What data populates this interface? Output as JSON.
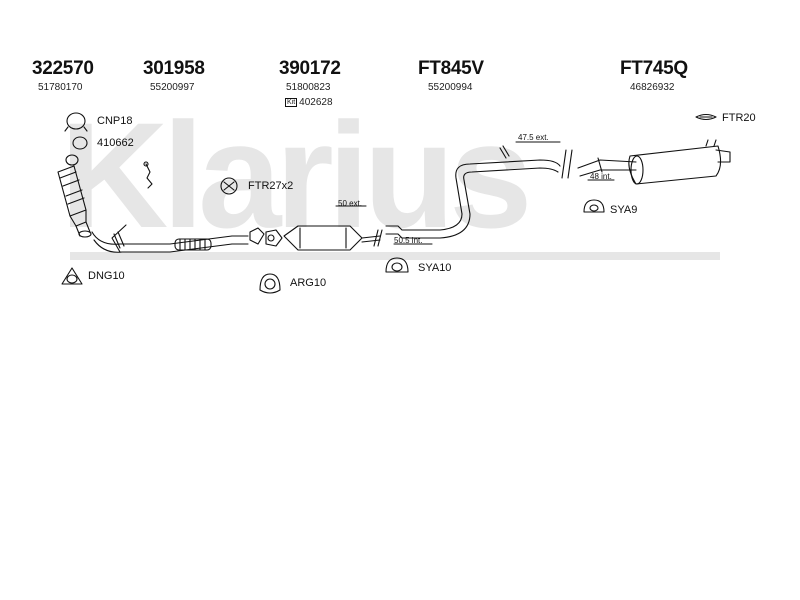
{
  "brand": {
    "watermark": "Klarius"
  },
  "parts": [
    {
      "part": "322570",
      "ref": "51780170"
    },
    {
      "part": "301958",
      "ref": "55200997"
    },
    {
      "part": "390172",
      "ref": "51800823",
      "kit_label": "Kit",
      "kit_ref": "402628"
    },
    {
      "part": "FT845V",
      "ref": "55200994"
    },
    {
      "part": "FT745Q",
      "ref": "46826932"
    }
  ],
  "fittings": {
    "cnp18": "CNP18",
    "p410662": "410662",
    "ftr27x2": "FTR27x2",
    "ftr20": "FTR20",
    "sya9": "SYA9",
    "sya10": "SYA10",
    "dng10": "DNG10",
    "arg10": "ARG10"
  },
  "dimensions": {
    "d47_5": "47.5 ext.",
    "d48": "48 int.",
    "d50": "50 ext.",
    "d50_5": "50.5 int."
  }
}
